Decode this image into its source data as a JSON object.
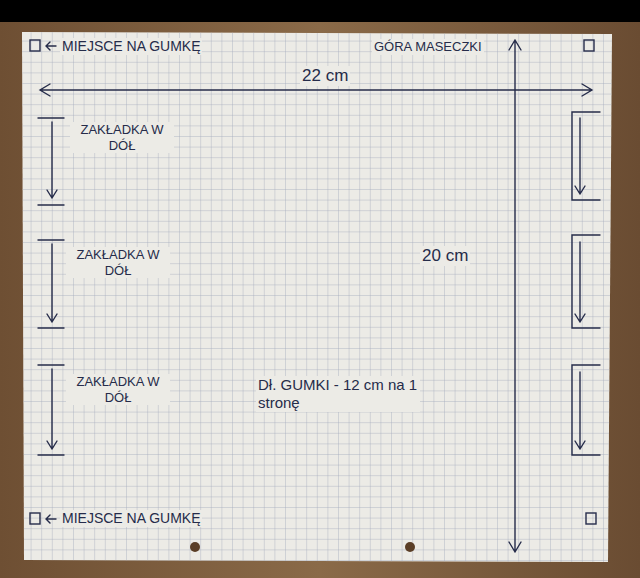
{
  "diagram": {
    "labels": [
      "MIEJSCE NA GUMKĘ",
      "GÓRA MASECZKI",
      "22 cm",
      "ZAKŁADKA W DÓŁ",
      "ZAKŁADKA W DÓŁ",
      "ZAKŁADKA W DÓŁ",
      "20 cm",
      "Dł. GUMKI - 12 cm na 1 stronę",
      "MIEJSCE NA GUMKĘ"
    ]
  }
}
